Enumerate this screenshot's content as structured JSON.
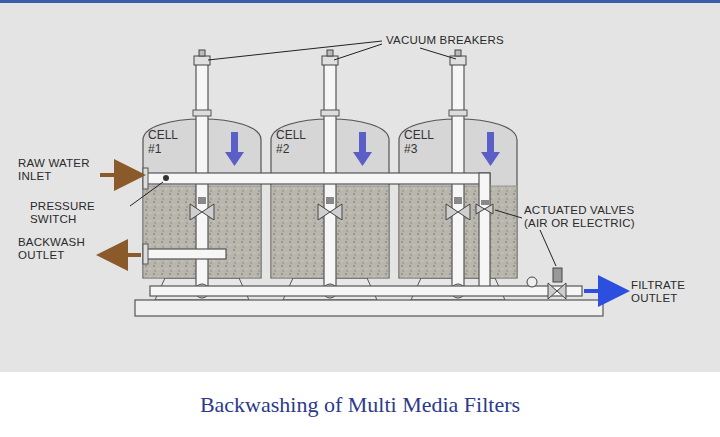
{
  "diagram": {
    "caption": "Backwashing of Multi Media Filters",
    "nodes": [
      {
        "text": [
          "CELL #1"
        ]
      },
      {
        "text": [
          "CELL #2"
        ]
      },
      {
        "text": [
          "CELL #3"
        ]
      }
    ],
    "labels": [
      "VACUUM BREAKERS",
      "RAW WATER INLET",
      "PRESSURE SWITCH",
      "BACKWASH OUTLET",
      "ACTUATED VALVES (AIR OR ELECTRIC)",
      "FILTRATE OUTLET"
    ]
  }
}
